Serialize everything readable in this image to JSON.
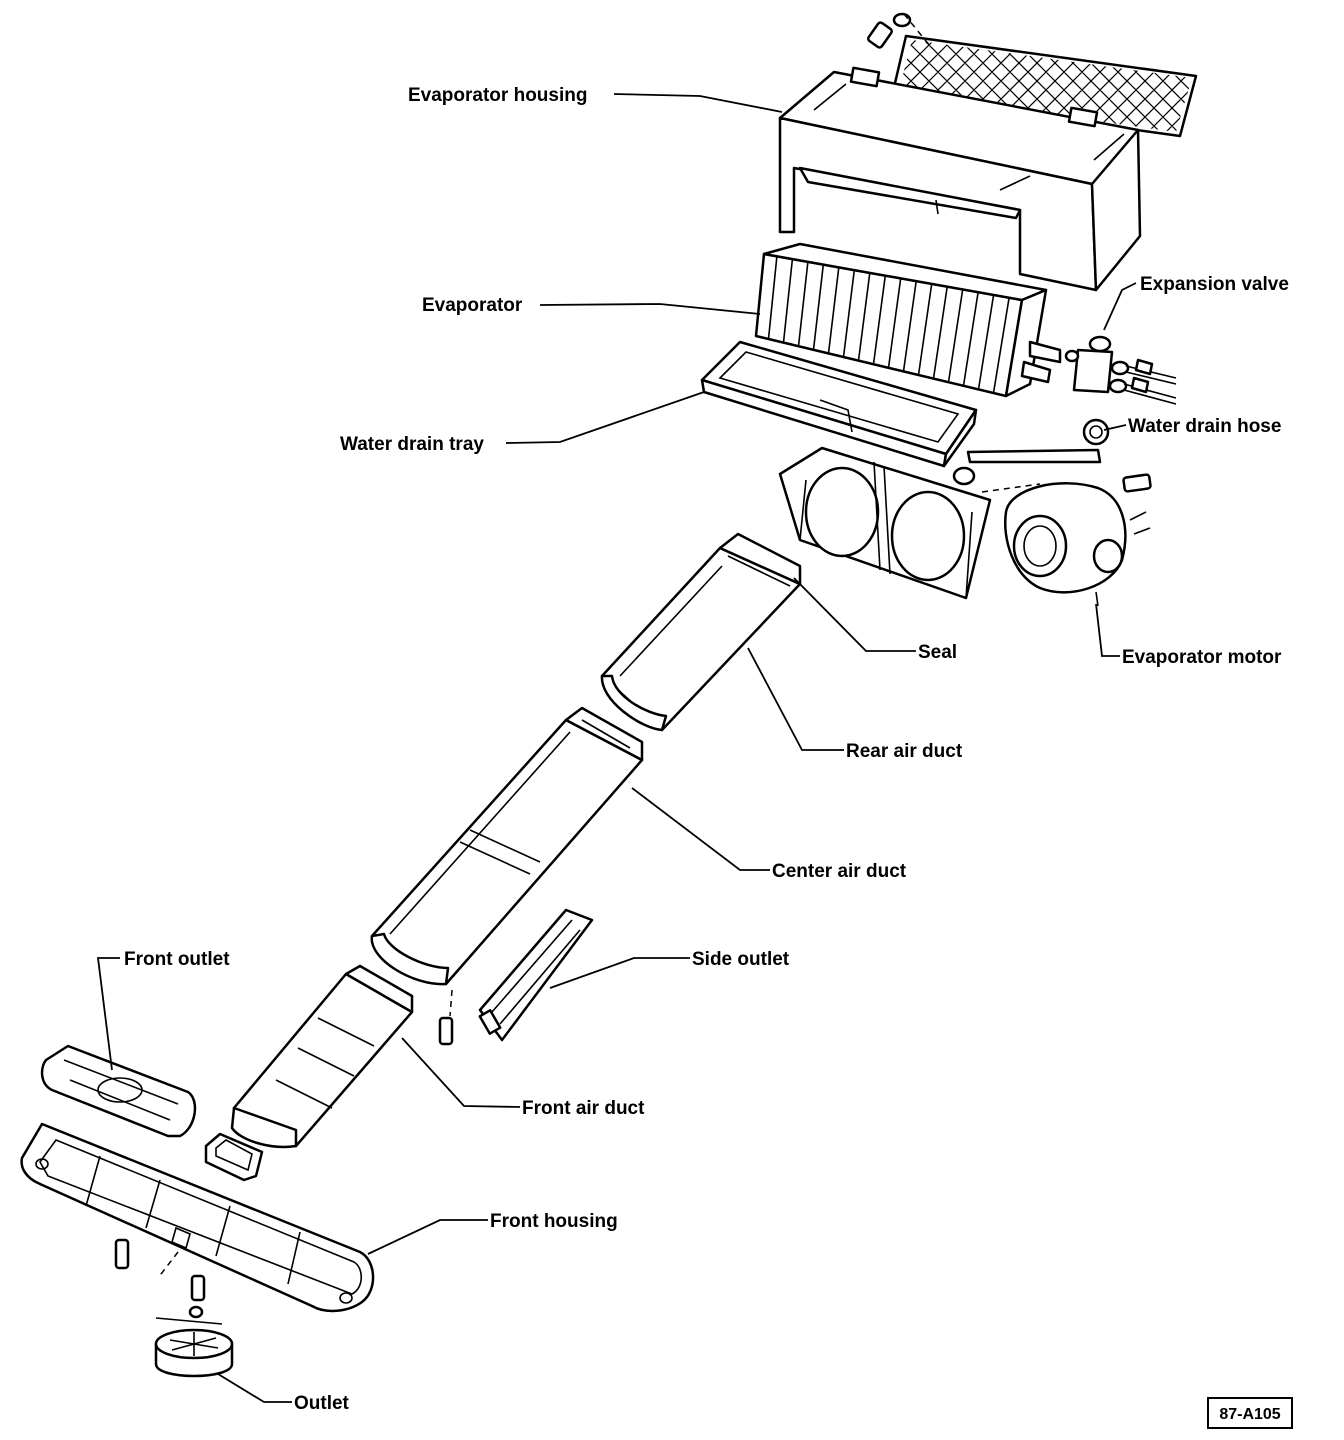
{
  "labels": {
    "evaporator_housing": "Evaporator housing",
    "evaporator": "Evaporator",
    "expansion_valve": "Expansion valve",
    "water_drain_tray": "Water drain tray",
    "water_drain_hose": "Water drain hose",
    "seal": "Seal",
    "evaporator_motor": "Evaporator motor",
    "rear_air_duct": "Rear air duct",
    "center_air_duct": "Center air duct",
    "front_outlet": "Front outlet",
    "side_outlet": "Side outlet",
    "front_air_duct": "Front air duct",
    "front_housing": "Front housing",
    "outlet": "Outlet"
  },
  "figure_ref": "87-A105"
}
